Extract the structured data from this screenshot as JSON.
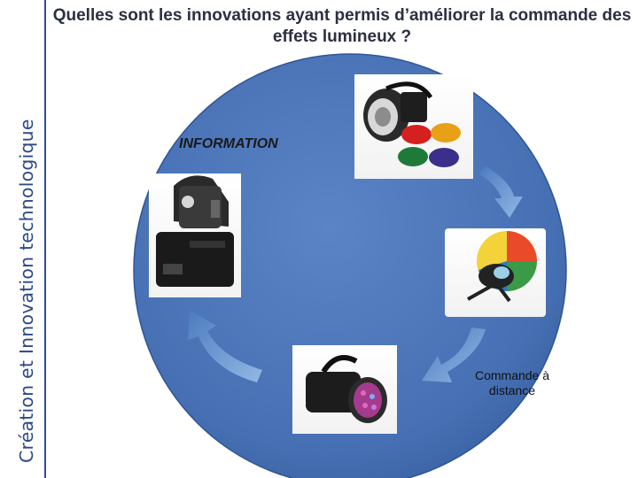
{
  "sidebar": {
    "title": "Création et Innovation technologique"
  },
  "slide": {
    "title": "Quelles sont les innovations ayant permis d’améliorer la commande des effets lumineux ?"
  },
  "cycle": {
    "label_information": "INFORMATION",
    "label_remote_control": "Commande à distance"
  },
  "colors": {
    "circle": "#4a74b8",
    "arrows": "#7aa6dc",
    "sidebar_text": "#2c4a86"
  },
  "icons": [
    "par-can-with-color-filters-icon",
    "color-wheel-spotlight-icon",
    "led-par-light-icon",
    "moving-head-light-icon"
  ]
}
